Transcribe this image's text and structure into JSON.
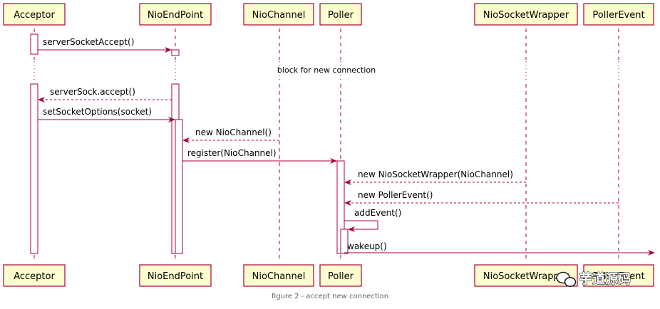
{
  "diagram": {
    "participants": [
      {
        "id": "acceptor",
        "label": "Acceptor"
      },
      {
        "id": "nioendpoint",
        "label": "NioEndPoint"
      },
      {
        "id": "niochannel",
        "label": "NioChannel"
      },
      {
        "id": "poller",
        "label": "Poller"
      },
      {
        "id": "niosocketwrapper",
        "label": "NioSocketWrapper"
      },
      {
        "id": "pollerevent",
        "label": "PollerEvent"
      }
    ],
    "messages": [
      {
        "id": "serversocketaccept",
        "from": "acceptor",
        "to": "nioendpoint",
        "label": "serverSocketAccept()",
        "style": "solid"
      },
      {
        "id": "serversock-accept-return",
        "from": "nioendpoint",
        "to": "acceptor",
        "label": "serverSock.accept()",
        "style": "dashed"
      },
      {
        "id": "setsocketoptions",
        "from": "acceptor",
        "to": "nioendpoint",
        "label": "setSocketOptions(socket)",
        "style": "solid"
      },
      {
        "id": "new-niochannel",
        "from": "niochannel",
        "to": "nioendpoint",
        "label": "new NioChannel()",
        "style": "dashed"
      },
      {
        "id": "register",
        "from": "nioendpoint",
        "to": "poller",
        "label": "register(NioChannel)",
        "style": "solid"
      },
      {
        "id": "new-niosocketwrapper",
        "from": "niosocketwrapper",
        "to": "poller",
        "label": "new NioSocketWrapper(NioChannel)",
        "style": "dashed"
      },
      {
        "id": "new-pollerevent",
        "from": "pollerevent",
        "to": "poller",
        "label": "new PollerEvent()",
        "style": "dashed"
      },
      {
        "id": "addevent",
        "from": "poller",
        "to": "poller",
        "label": "addEvent()",
        "style": "self"
      },
      {
        "id": "wakeup",
        "from": "poller",
        "to": "outside",
        "label": "wakeup()",
        "style": "solid"
      }
    ],
    "delay_label": "block for new connection"
  },
  "caption": "figure 2 - accept new connection",
  "watermark": "芋道源码",
  "colors": {
    "participant_fill": "#FEFECE",
    "participant_border": "#A80036",
    "arrow": "#A80036",
    "lifeline": "#A80036"
  }
}
